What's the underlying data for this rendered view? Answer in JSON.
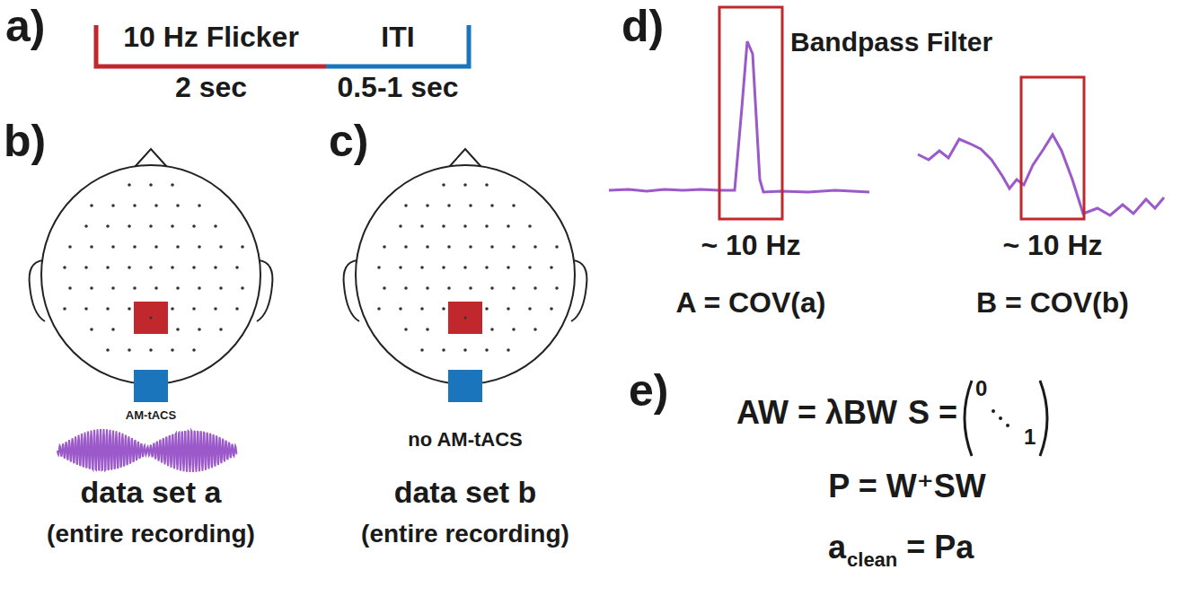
{
  "diagram": {
    "labels": [
      "a)",
      "10 Hz Flicker",
      "ITI",
      "2 sec",
      "0.5-1 sec",
      "b)",
      "c)",
      "AM-tACS",
      "data set a",
      "(entire recording)",
      "no AM-tACS",
      "data set b",
      "(entire recording)",
      "d)",
      "Bandpass Filter",
      "~ 10 Hz",
      "~ 10 Hz",
      "A = COV(a)",
      "B = COV(b)",
      "e)",
      "AW = λBW",
      "S =",
      "0",
      "1",
      "P = W⁺SW",
      "a",
      "clean",
      "= Pa"
    ]
  }
}
